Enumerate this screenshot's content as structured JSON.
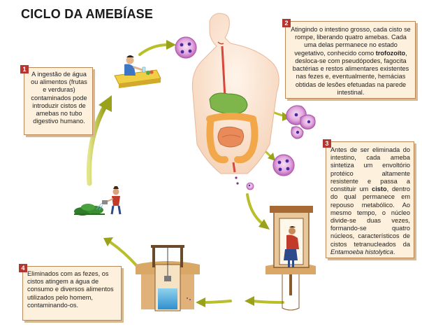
{
  "title": "CICLO DA AMEBÍASE",
  "steps": [
    {
      "number": "1",
      "text": "A ingestão de água ou alimentos (frutas e verduras) contaminados pode introduzir cistos de amebas no tubo digestivo humano."
    },
    {
      "number": "2",
      "text_before": "Atingindo o intestino grosso, cada cisto se rompe, liberando quatro amebas. Cada uma delas permanece no estado vegetativo, conhecido como ",
      "bold": "trofozoíto",
      "text_after": ", desloca-se com pseudópodes, fagocita bactérias e restos alimentares existentes nas fezes e, eventualmente, hemácias obtidas de lesões efetuadas na parede intestinal."
    },
    {
      "number": "3",
      "text_before": "Antes de ser eliminada do intestino, cada ameba sintetiza um envoltório protéico altamente resistente e passa a constituir um ",
      "bold": "cisto",
      "text_middle": ", dentro do qual permanece em repouso metabólico. Ao mesmo tempo, o núcleo divide-se duas vezes, formando-se quatro núcleos, característicos de cistos tetranucleados da ",
      "italic": "Entamoeba histolytica",
      "text_after": "."
    },
    {
      "number": "4",
      "text": "Eliminados com as fezes, os cistos atingem a água de consumo e diversos alimentos utilizados pelo homem, contaminando-os."
    }
  ],
  "colors": {
    "box_fill": "#fdf1dd",
    "box_border": "#b9895a",
    "badge": "#b5362e",
    "arrow": "#b8bf2a",
    "cyst": "#c879c6"
  }
}
